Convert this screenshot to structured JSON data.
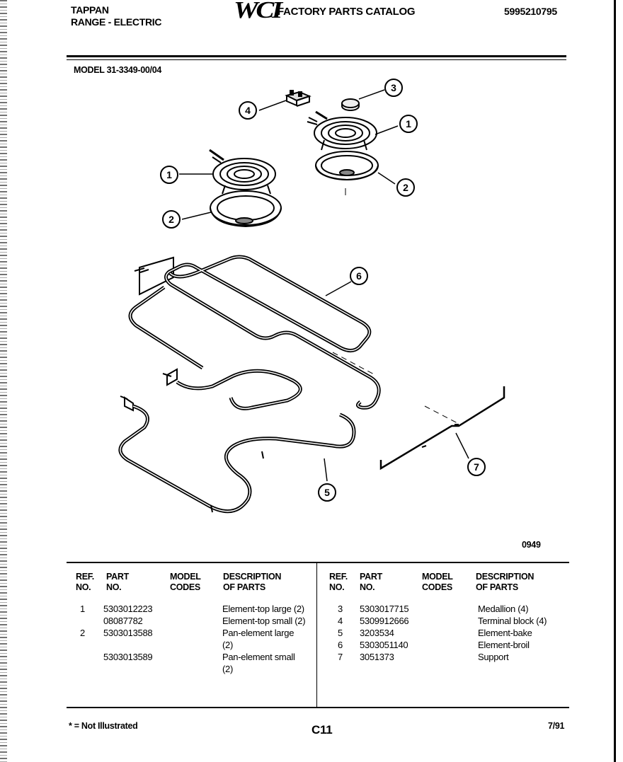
{
  "header": {
    "brand": "TAPPAN",
    "product": "RANGE - ELECTRIC",
    "logo": "WCI",
    "catalog_title": "FACTORY PARTS CATALOG",
    "catalog_number": "5995210795",
    "model": "MODEL 31-3349-00/04"
  },
  "diagram": {
    "callouts": [
      "1",
      "2",
      "3",
      "4",
      "5",
      "6",
      "7",
      "1",
      "2"
    ],
    "drawing_number": "0949"
  },
  "table": {
    "headers": {
      "ref_no": [
        "REF.",
        "NO."
      ],
      "part_no": [
        "PART",
        "NO."
      ],
      "model_codes": [
        "MODEL",
        "CODES"
      ],
      "description": [
        "DESCRIPTION",
        "OF PARTS"
      ]
    },
    "left_rows": [
      {
        "ref": "1",
        "part": "5303012223",
        "codes": "",
        "desc": "Element-top large (2)"
      },
      {
        "ref": "",
        "part": "08087782",
        "codes": "",
        "desc": "Element-top small (2)"
      },
      {
        "ref": "2",
        "part": "5303013588",
        "codes": "",
        "desc": "Pan-element large"
      },
      {
        "ref": "",
        "part": "",
        "codes": "",
        "desc": "(2)"
      },
      {
        "ref": "",
        "part": "5303013589",
        "codes": "",
        "desc": "Pan-element small"
      },
      {
        "ref": "",
        "part": "",
        "codes": "",
        "desc": "(2)"
      }
    ],
    "right_rows": [
      {
        "ref": "3",
        "part": "5303017715",
        "codes": "",
        "desc": "Medallion (4)"
      },
      {
        "ref": "4",
        "part": "5309912666",
        "codes": "",
        "desc": "Terminal block (4)"
      },
      {
        "ref": "5",
        "part": "3203534",
        "codes": "",
        "desc": "Element-bake"
      },
      {
        "ref": "6",
        "part": "5303051140",
        "codes": "",
        "desc": "Element-broil"
      },
      {
        "ref": "7",
        "part": "3051373",
        "codes": "",
        "desc": "Support"
      }
    ]
  },
  "footer": {
    "note": "* = Not Illustrated",
    "page": "C11",
    "date": "7/91"
  }
}
